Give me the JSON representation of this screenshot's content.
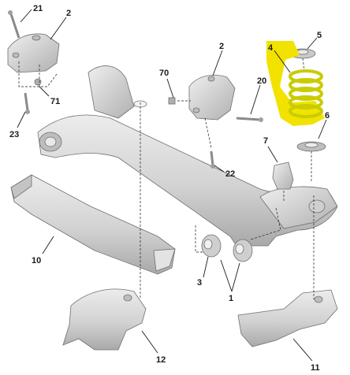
{
  "callouts": {
    "c21": "21",
    "c2_left": "2",
    "c71": "71",
    "c23": "23",
    "c2_mid": "2",
    "c70": "70",
    "c20": "20",
    "c22": "22",
    "c4": "4",
    "c5": "5",
    "c6": "6",
    "c7": "7",
    "c10": "10",
    "c3": "3",
    "c1": "1",
    "c12": "12",
    "c11": "11"
  },
  "colors": {
    "spring_highlight": "#f2e200",
    "spring_coil": "#c9cc00",
    "part_fill": "#d9d9d9",
    "part_shadow": "#b5b5b5",
    "leader_line": "#1a1a1a"
  }
}
